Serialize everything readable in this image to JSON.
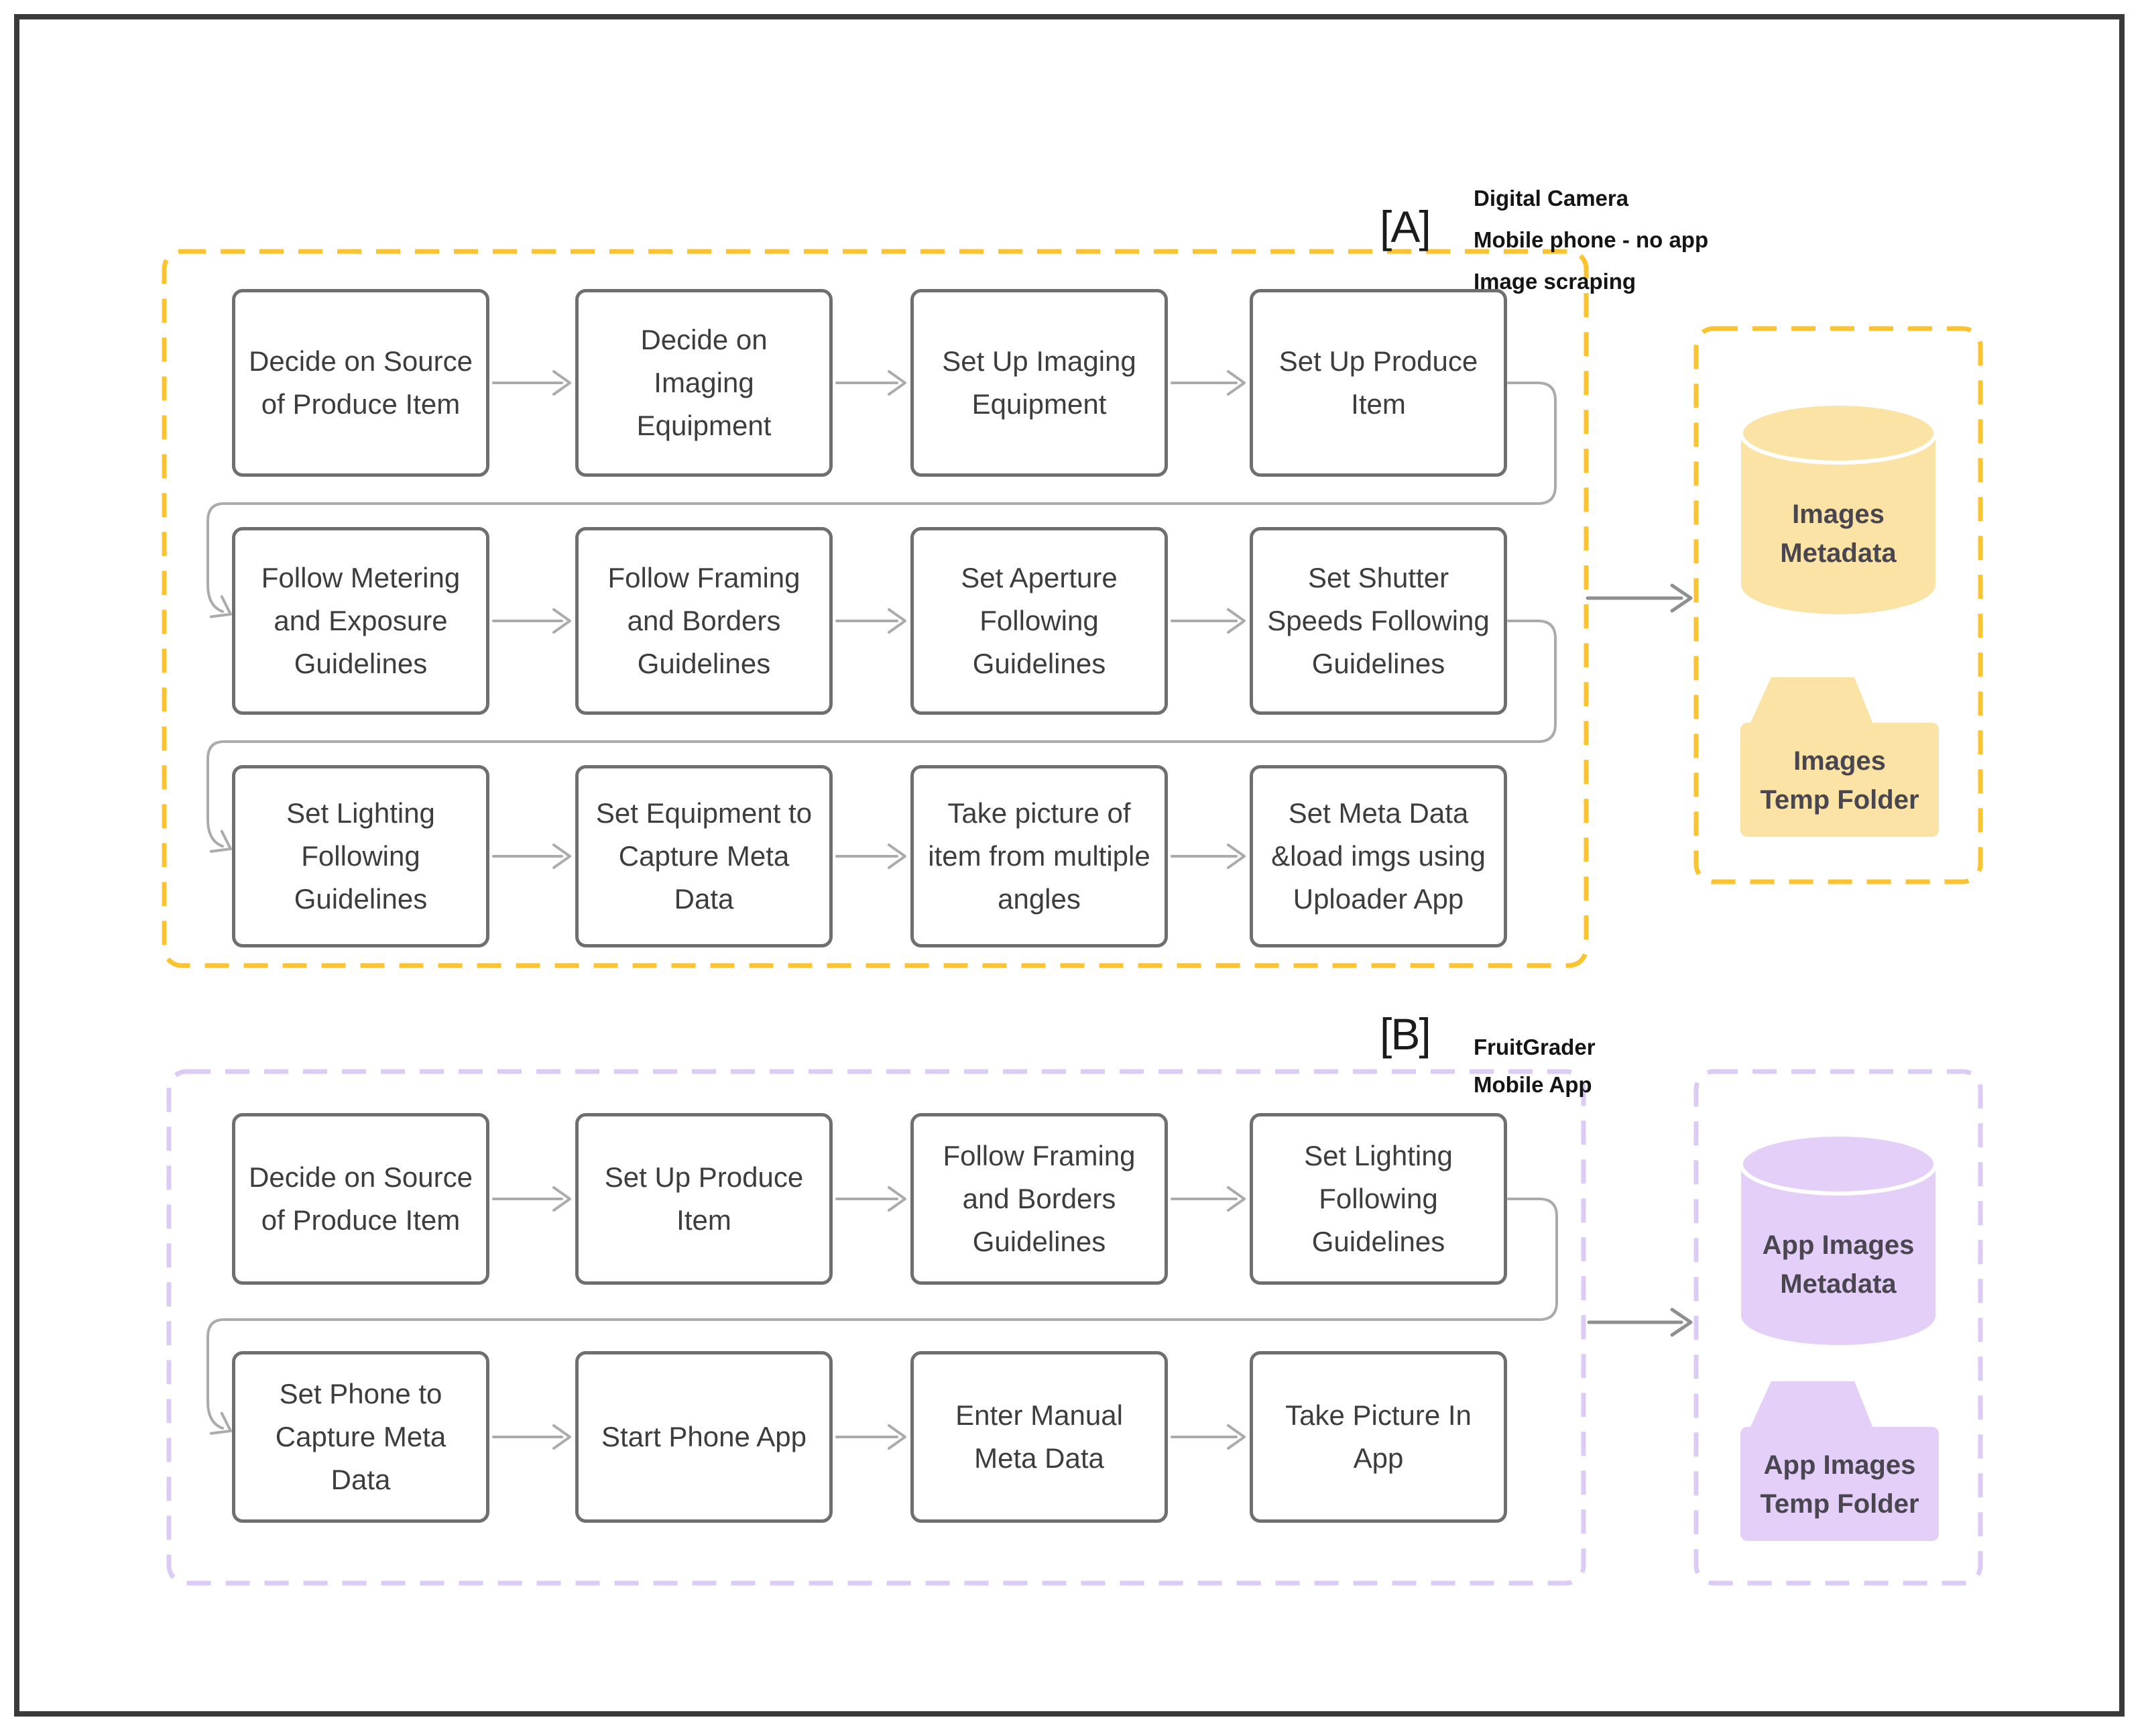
{
  "sections": [
    {
      "id": "A",
      "glyph": "[A]",
      "annotation_lines": [
        "Digital Camera",
        "Mobile phone - no app",
        "Image scraping"
      ],
      "colors": {
        "accent": "#FBC32F",
        "fill": "#FAE3A4"
      },
      "rows": [
        [
          "Decide on Source of Produce Item",
          "Decide on Imaging Equipment",
          "Set Up Imaging Equipment",
          "Set Up Produce Item"
        ],
        [
          "Follow Metering and Exposure Guidelines",
          "Follow Framing and Borders Guidelines",
          "Set Aperture Following Guidelines",
          "Set Shutter Speeds Following Guidelines"
        ],
        [
          "Set Lighting Following Guidelines",
          "Set Equipment to Capture Meta Data",
          "Take picture of item from multiple angles",
          "Set Meta Data &load imgs using Uploader App"
        ]
      ],
      "output": {
        "database_lines": [
          "Images",
          "Metadata"
        ],
        "folder_lines": [
          "Images",
          "Temp Folder"
        ]
      }
    },
    {
      "id": "B",
      "glyph": "[B]",
      "annotation_lines": [
        "FruitGrader",
        "Mobile App"
      ],
      "colors": {
        "accent": "#DCCBF4",
        "fill": "#E3CFF8"
      },
      "rows": [
        [
          "Decide on Source of Produce Item",
          "Set Up Produce Item",
          "Follow Framing and Borders Guidelines",
          "Set Lighting Following Guidelines"
        ],
        [
          "Set Phone to Capture Meta Data",
          "Start Phone App",
          "Enter Manual Meta Data",
          "Take Picture In App"
        ]
      ],
      "output": {
        "database_lines": [
          "App Images",
          "Metadata"
        ],
        "folder_lines": [
          "App Images",
          "Temp Folder"
        ]
      }
    }
  ]
}
